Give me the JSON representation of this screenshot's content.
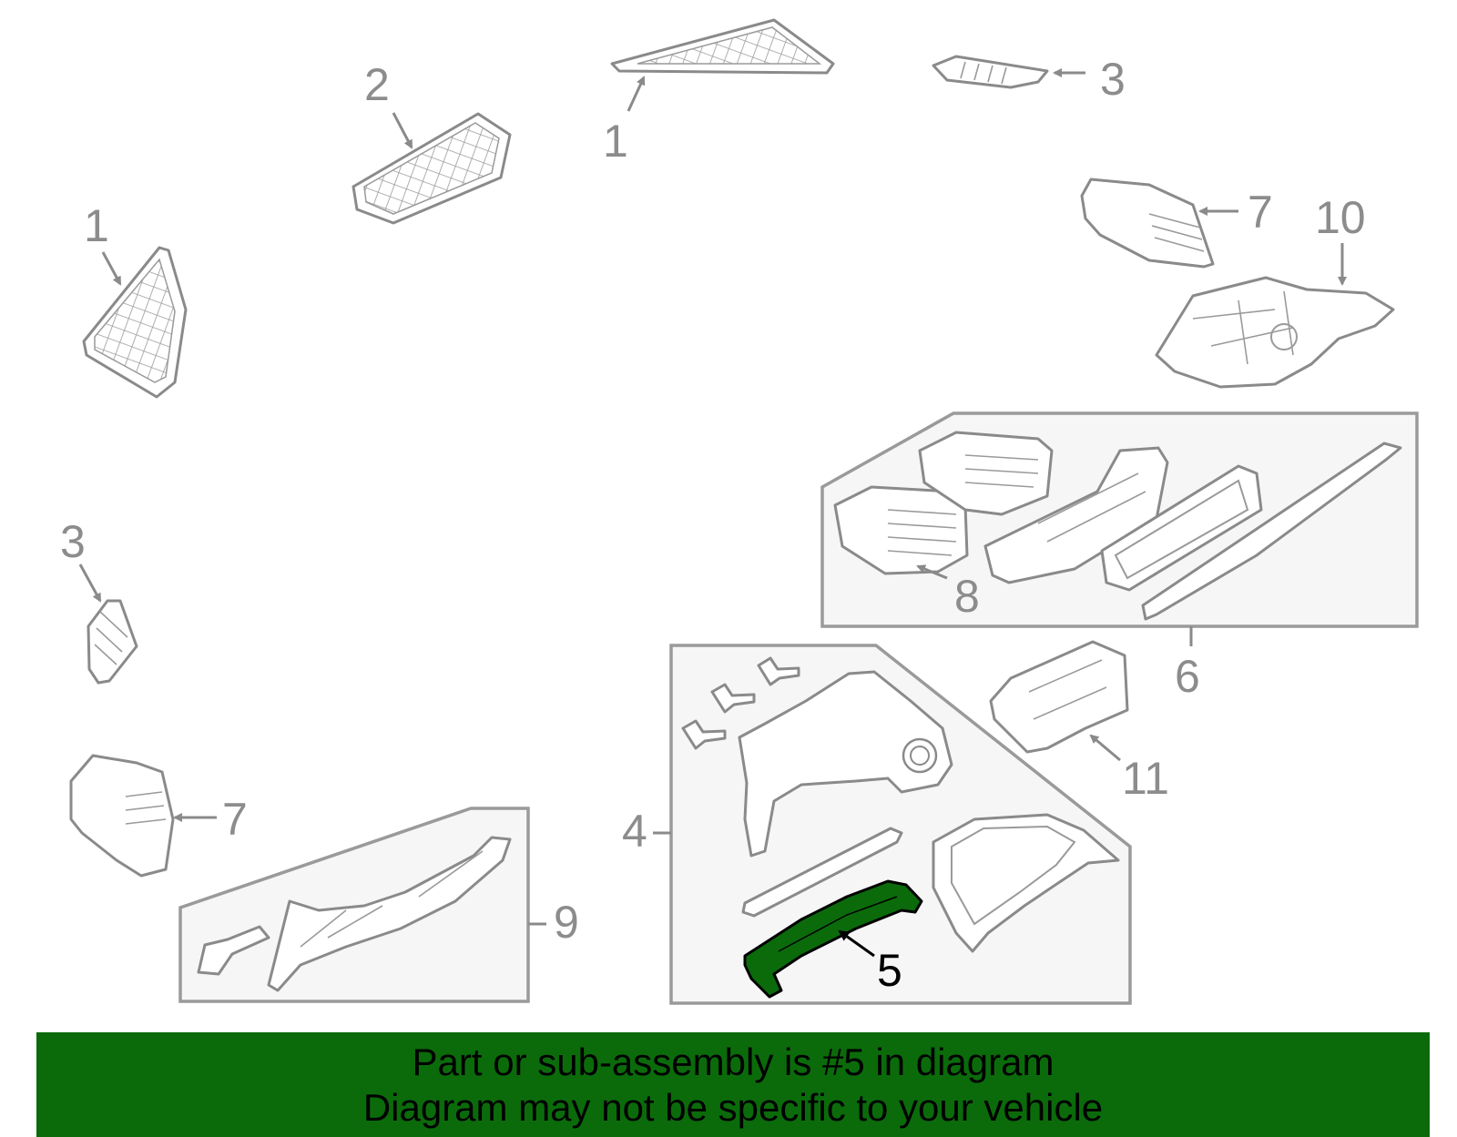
{
  "callouts": {
    "c1_top": "1",
    "c2": "2",
    "c3_top": "3",
    "c1_left": "1",
    "c7_right": "7",
    "c10": "10",
    "c3_left": "3",
    "c8": "8",
    "c6": "6",
    "c11": "11",
    "c7_left": "7",
    "c4": "4",
    "c9": "9",
    "c5": "5"
  },
  "banner": {
    "line1": "Part or sub-assembly is #5 in diagram",
    "line2": "Diagram may not be specific to your vehicle"
  },
  "colors": {
    "highlight": "#0b6b0b",
    "line": "#8a8a8a"
  }
}
